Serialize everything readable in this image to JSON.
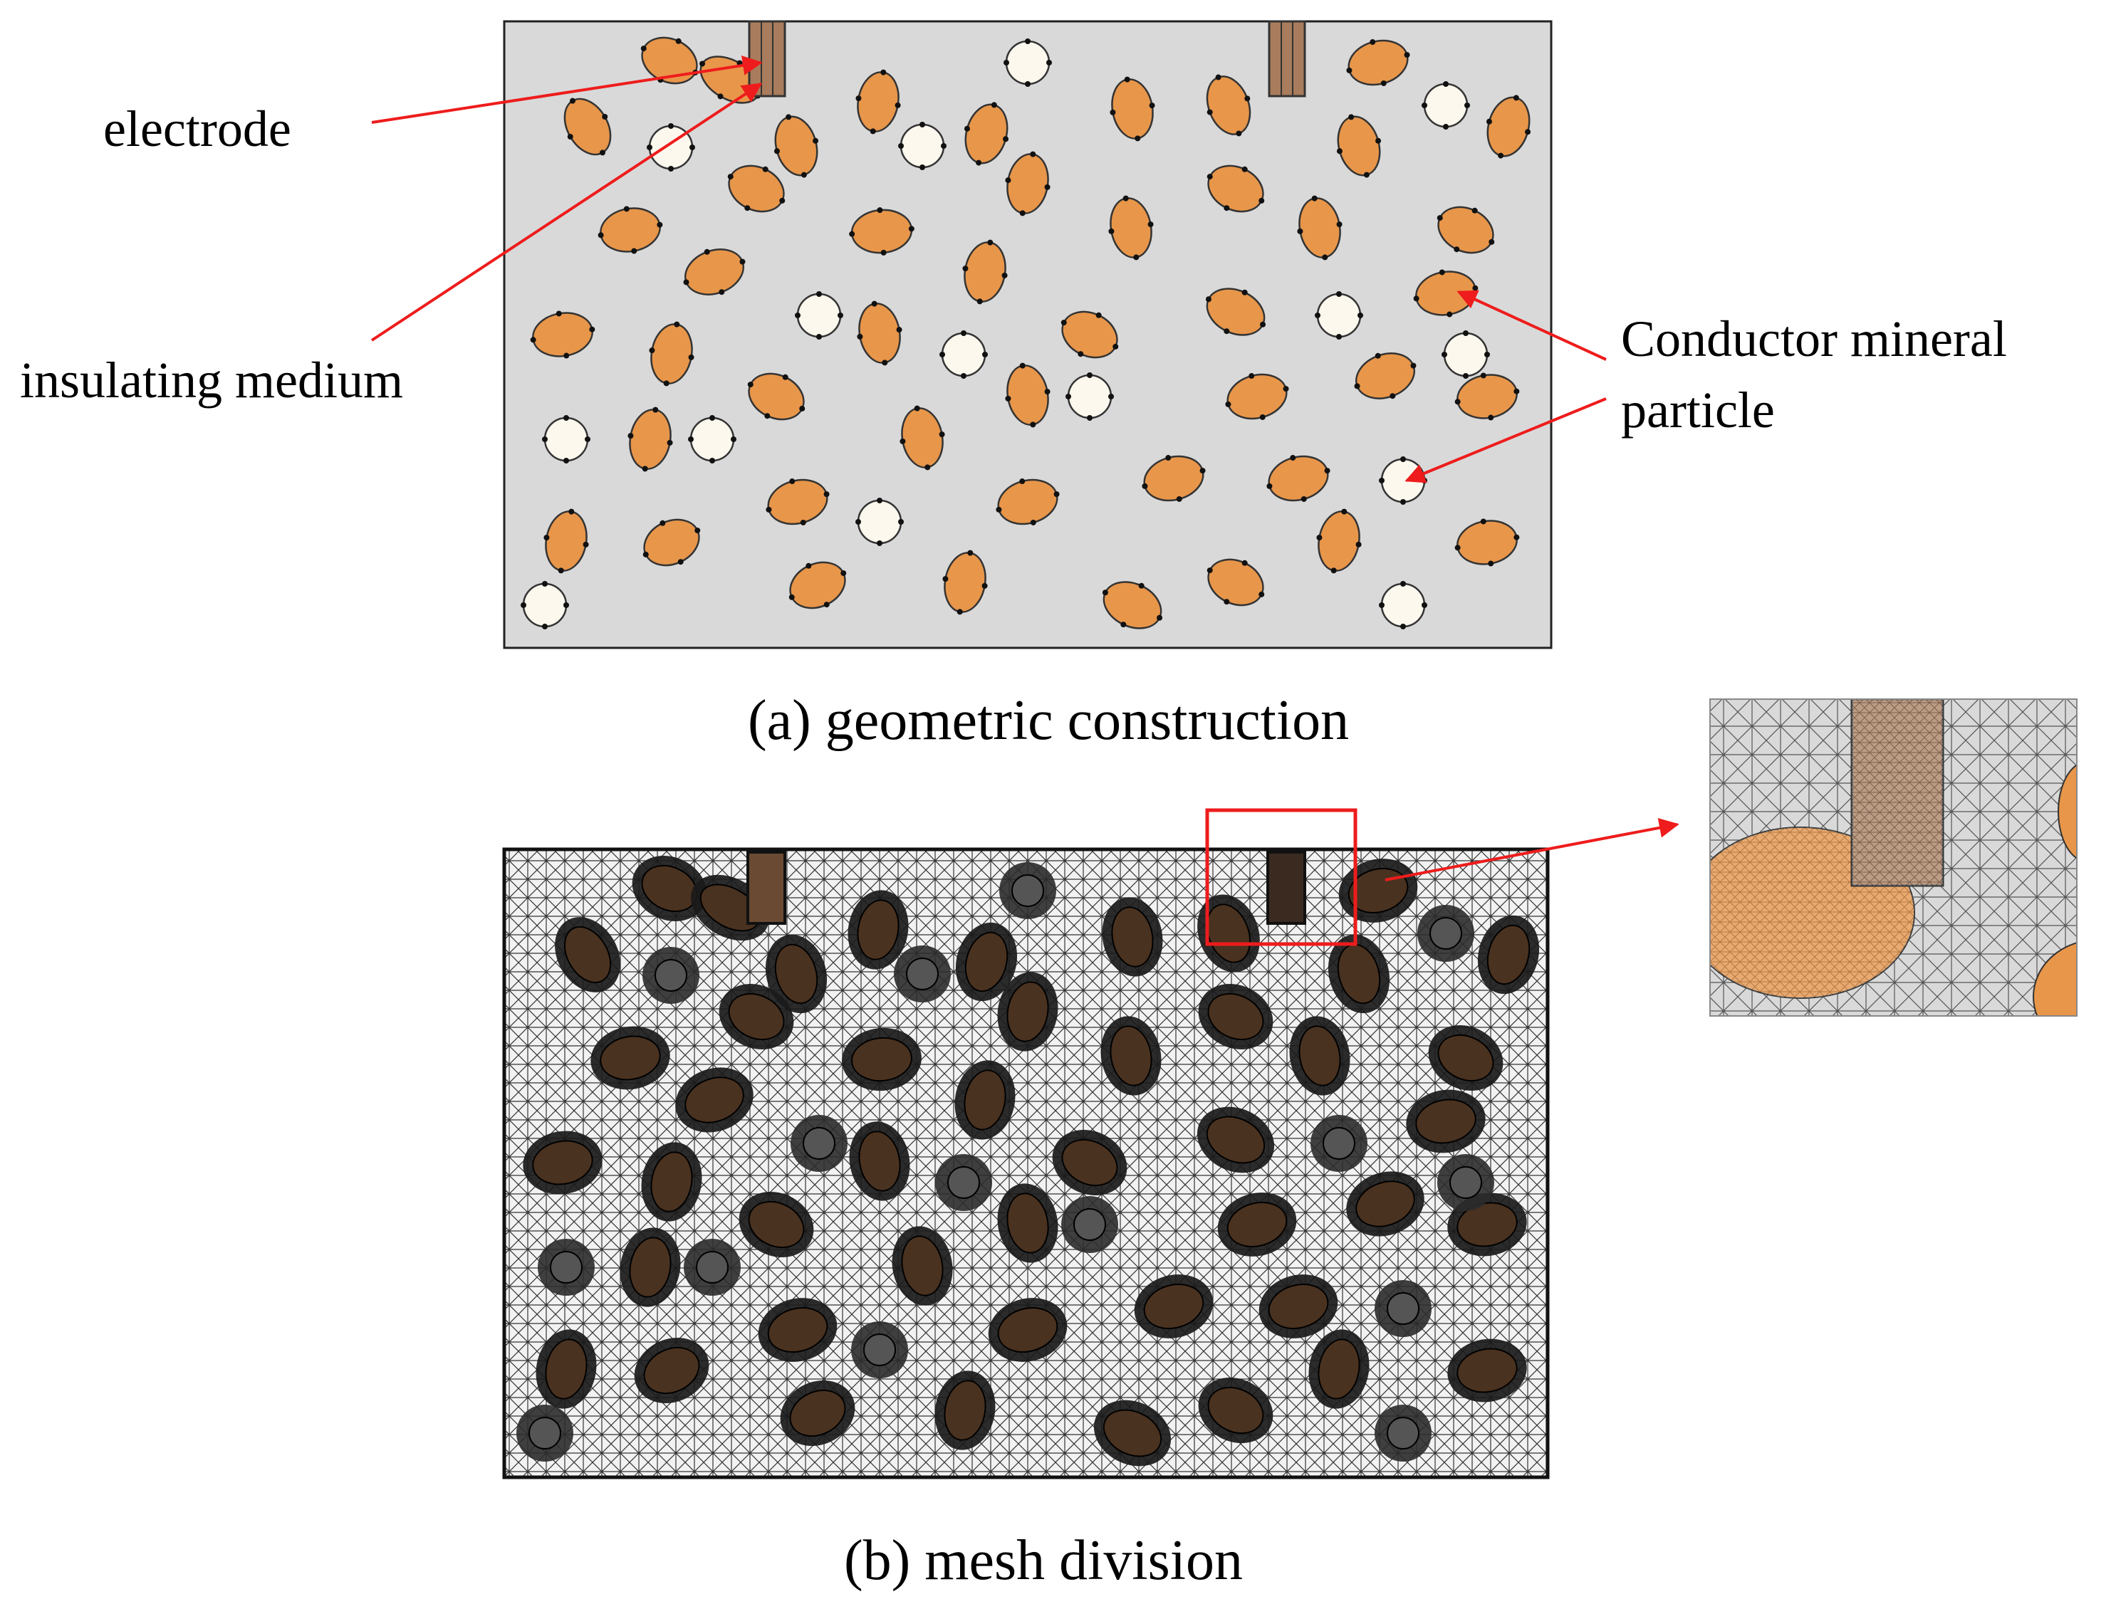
{
  "labels": {
    "electrode": "electrode",
    "insulating_medium": "insulating medium",
    "conductor_line1": "Conductor mineral",
    "conductor_line2": "particle"
  },
  "captions": {
    "a": "(a) geometric construction",
    "b": "(b) mesh division"
  },
  "colors": {
    "medium": "#d9d9d9",
    "ellipse_fill": "#e8964a",
    "circle_fill": "#fdf8ee",
    "electrode": "#a87c5c",
    "annotation": "#ee1c1c",
    "mesh_dark": "#1a1a1a",
    "mesh_particle": "#4a3220"
  },
  "icons": {
    "arrow": "red-arrow"
  }
}
